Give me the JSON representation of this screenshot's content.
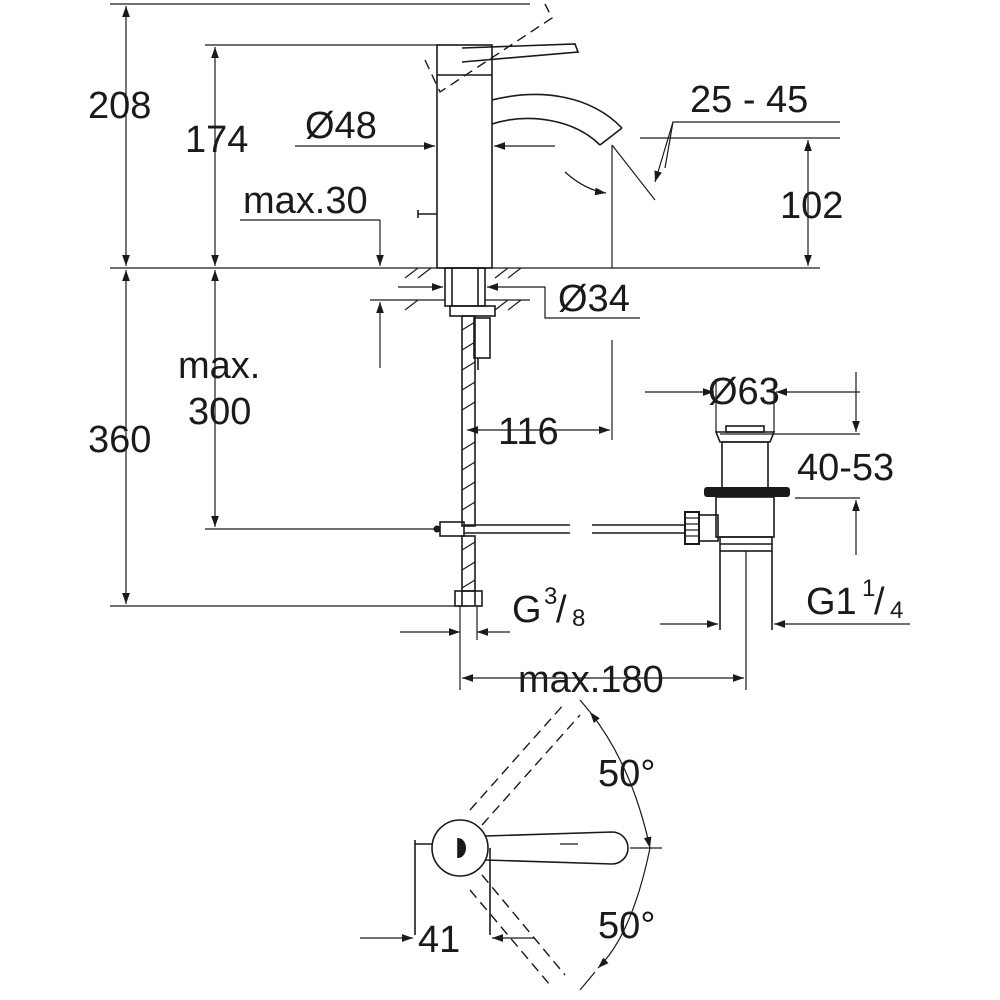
{
  "dimensions": {
    "height_total": "208",
    "height_body": "174",
    "body_diameter": "Ø48",
    "spout_angle": "25 - 45",
    "spout_height": "102",
    "max_counter": "max.30",
    "hole_diameter": "Ø34",
    "max_below_line1": "max.",
    "max_below_line2": "300",
    "depth_below": "360",
    "spout_reach": "116",
    "waste_diameter": "Ø63",
    "waste_range": "40-53",
    "hose_thread_main": "G",
    "hose_thread_num": "3",
    "hose_thread_den": "8",
    "waste_thread_main": "G1",
    "waste_thread_num": "1",
    "waste_thread_den": "4",
    "max_rod": "max.180",
    "lever_angle_top": "50°",
    "lever_angle_bottom": "50°",
    "lever_offset": "41"
  },
  "colors": {
    "line": "#1a1a1a",
    "background": "#ffffff"
  }
}
